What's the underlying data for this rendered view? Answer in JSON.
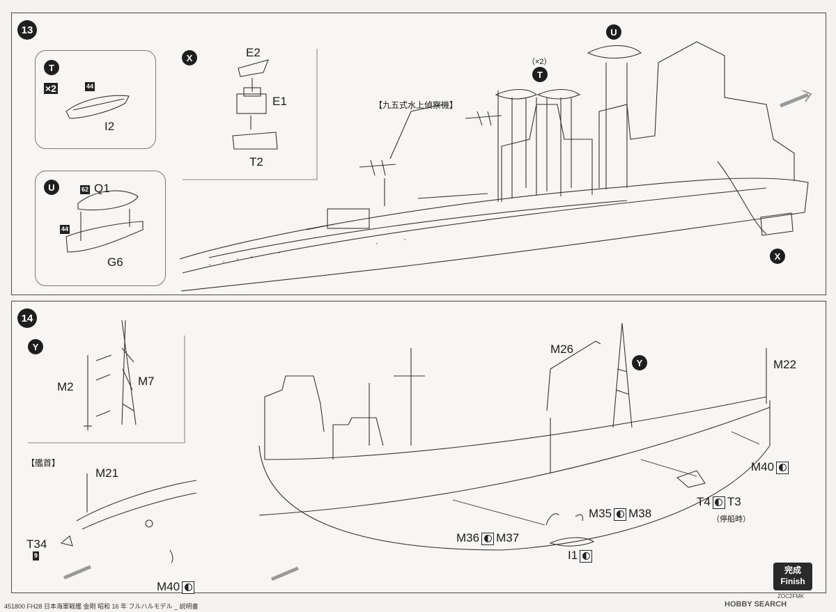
{
  "step13": {
    "number": "13",
    "box_t": {
      "letter": "T",
      "multiplier": "×2",
      "color": "44",
      "part": "I2"
    },
    "box_u": {
      "letter": "U",
      "color_q": "62",
      "part_q": "Q1",
      "color_g": "44",
      "part_g": "G6"
    },
    "sub_x": {
      "letter": "X",
      "parts": [
        "E2",
        "E1",
        "T2"
      ]
    },
    "main": {
      "seaplane_label": "【九五式水上偵察機】",
      "t_qty": "（×2）",
      "t_letter": "T",
      "u_letter": "U",
      "x_letter": "X"
    }
  },
  "step14": {
    "number": "14",
    "sub_y": {
      "letter": "Y",
      "parts": [
        "M2",
        "M7"
      ]
    },
    "bow": {
      "label": "【艦首】",
      "parts": [
        "M21",
        "T34",
        "M40"
      ],
      "color": "9"
    },
    "main": {
      "y_letter": "Y",
      "m26": "M26",
      "m22": "M22",
      "m40": "M40",
      "t4": "T4",
      "t3": "T3",
      "t_note": "（停船時）",
      "m35": "M35",
      "m38": "M38",
      "m36": "M36",
      "m37": "M37",
      "i1": "I1"
    }
  },
  "finish": {
    "jp": "完成",
    "en": "Finish"
  },
  "footer": {
    "text": "451800  FH28  日本海軍戦艦 金剛 昭和 16 年 フルハルモデル _ 説明書",
    "code": "ZOC2FMK",
    "watermark": "HOBBY SEARCH"
  }
}
